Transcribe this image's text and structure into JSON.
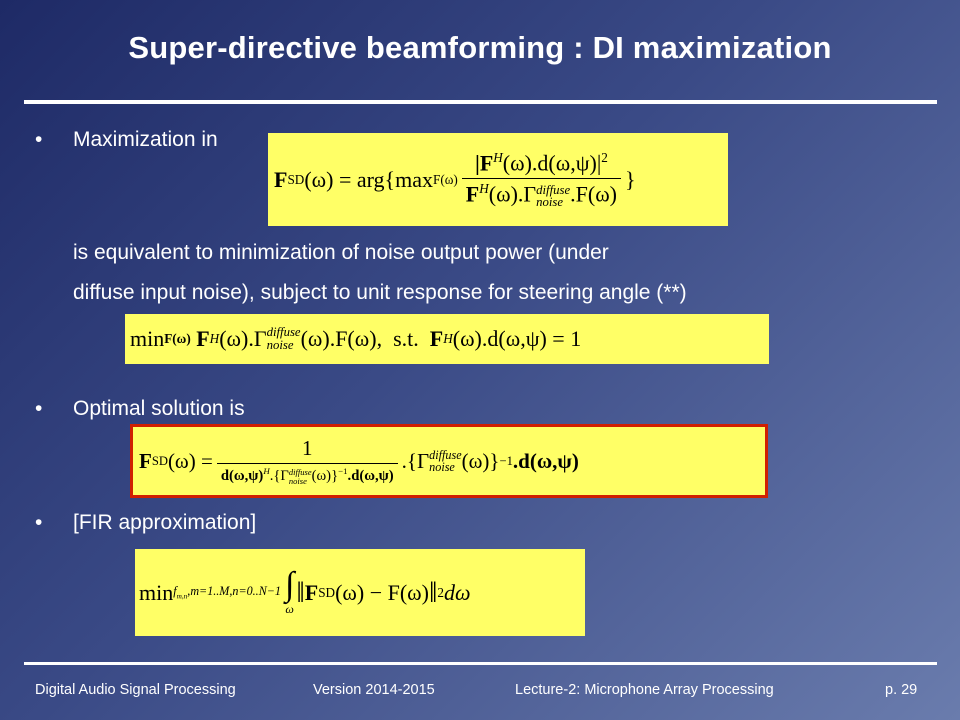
{
  "slide": {
    "title": "Super-directive beamforming : DI maximization",
    "bullets": [
      {
        "text": "Maximization in"
      },
      {
        "text": "Optimal solution is"
      },
      {
        "text": "[FIR approximation]"
      }
    ],
    "bullet_symbol": "•",
    "continuation_lines": [
      "is equivalent to minimization of noise output power (under",
      "diffuse input noise), subject to unit response for steering angle (**)"
    ]
  },
  "equations": {
    "eq1": {
      "lhs": "F",
      "lhs_sup": "SD",
      "arg": "(ω) = arg{max",
      "max_sub": "F(ω)",
      "numerator": "|F",
      "num_sup": "H",
      "num_rest": "(ω).d(ω,ψ)|",
      "num_pow": "2",
      "den_f": "F",
      "den_sup": "H",
      "den_mid": "(ω).Γ",
      "gamma_top": "diffuse",
      "gamma_bot": "noise",
      "den_end": ".F(ω)",
      "close": "}"
    },
    "eq2": {
      "min": "min",
      "min_sub": "F(ω)",
      "f": "F",
      "f_sup": "H",
      "part1": "(ω).Γ",
      "gamma_top": "diffuse",
      "gamma_bot": "noise",
      "part2": "(ω).F(ω),",
      "st": "s.t.",
      "f2": "F",
      "f2_sup": "H",
      "part3": "(ω).d(ω,ψ) = 1"
    },
    "eq3": {
      "lhs": "F",
      "lhs_sup": "SD",
      "eqpart": "(ω) =",
      "numerator": "1",
      "den_a": "d(ω,ψ)",
      "den_a_sup": "H",
      "den_b": ".{Γ",
      "den_gamma_top": "diffuse",
      "den_gamma_bot": "noise",
      "den_c": "(ω)}",
      "den_c_sup": "−1",
      "den_d": ".d(ω,ψ)",
      "rhs_a": ".{Γ",
      "rhs_gamma_top": "diffuse",
      "rhs_gamma_bot": "noise",
      "rhs_b": "(ω)}",
      "rhs_b_sup": "−1",
      "rhs_c": ".d(ω,ψ)"
    },
    "eq4": {
      "min": "min",
      "min_sub": "f",
      "min_sub_sub": "m,n",
      "min_sub_rest": ",m=1..M,n=0..N−1",
      "integral": "∫",
      "int_sub": "ω",
      "norm_open": "‖",
      "f": "F",
      "f_sup": "SD",
      "mid": "(ω) − F(ω)",
      "norm_close": "‖",
      "pow": "2",
      "dw": "dω"
    }
  },
  "footer": {
    "course": "Digital Audio Signal Processing",
    "version": "Version 2014-2015",
    "lecture": "Lecture-2: Microphone Array Processing",
    "page": "p. 29"
  },
  "colors": {
    "equation_bg": "#ffff66",
    "highlight_border": "#d02000",
    "text": "#ffffff"
  }
}
